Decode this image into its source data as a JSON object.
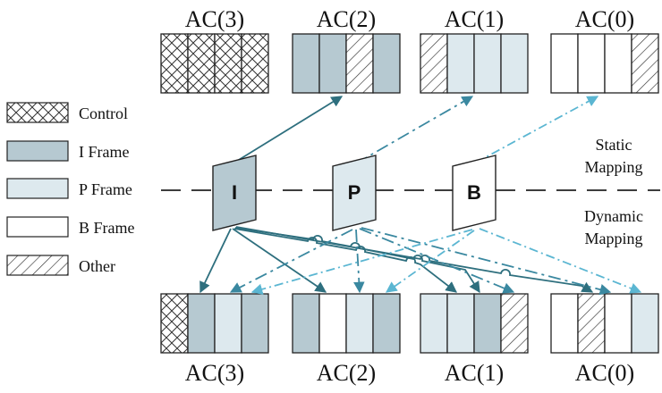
{
  "colors": {
    "control": "#ffffff",
    "i_frame": "#b6c9d1",
    "p_frame": "#dde9ee",
    "b_frame": "#ffffff",
    "other": "#ffffff",
    "stroke": "#222222",
    "arrow_dark": "#2e6f7e",
    "arrow_mid": "#3a88a0",
    "arrow_light": "#5bb6d2"
  },
  "legend": [
    {
      "type": "control",
      "label": "Control"
    },
    {
      "type": "i",
      "label": "I Frame"
    },
    {
      "type": "p",
      "label": "P Frame"
    },
    {
      "type": "b",
      "label": "B Frame"
    },
    {
      "type": "other",
      "label": "Other"
    }
  ],
  "labels": {
    "static": [
      "Static",
      "Mapping"
    ],
    "dynamic": [
      "Dynamic",
      "Mapping"
    ]
  },
  "frames": [
    {
      "id": "I",
      "label": "I",
      "type": "i"
    },
    {
      "id": "P",
      "label": "P",
      "type": "p"
    },
    {
      "id": "B",
      "label": "B",
      "type": "b"
    }
  ],
  "top_queues": [
    {
      "label": "AC(3)",
      "cells": [
        "control",
        "control",
        "control",
        "control"
      ]
    },
    {
      "label": "AC(2)",
      "cells": [
        "i",
        "i",
        "other",
        "i"
      ]
    },
    {
      "label": "AC(1)",
      "cells": [
        "other",
        "p",
        "p",
        "p"
      ]
    },
    {
      "label": "AC(0)",
      "cells": [
        "b",
        "b",
        "b",
        "other"
      ]
    }
  ],
  "bottom_queues": [
    {
      "label": "AC(3)",
      "cells": [
        "control",
        "i",
        "p",
        "i"
      ]
    },
    {
      "label": "AC(2)",
      "cells": [
        "i",
        "b",
        "p",
        "i"
      ]
    },
    {
      "label": "AC(1)",
      "cells": [
        "p",
        "p",
        "i",
        "other"
      ]
    },
    {
      "label": "AC(0)",
      "cells": [
        "b",
        "other",
        "b",
        "p"
      ]
    }
  ]
}
